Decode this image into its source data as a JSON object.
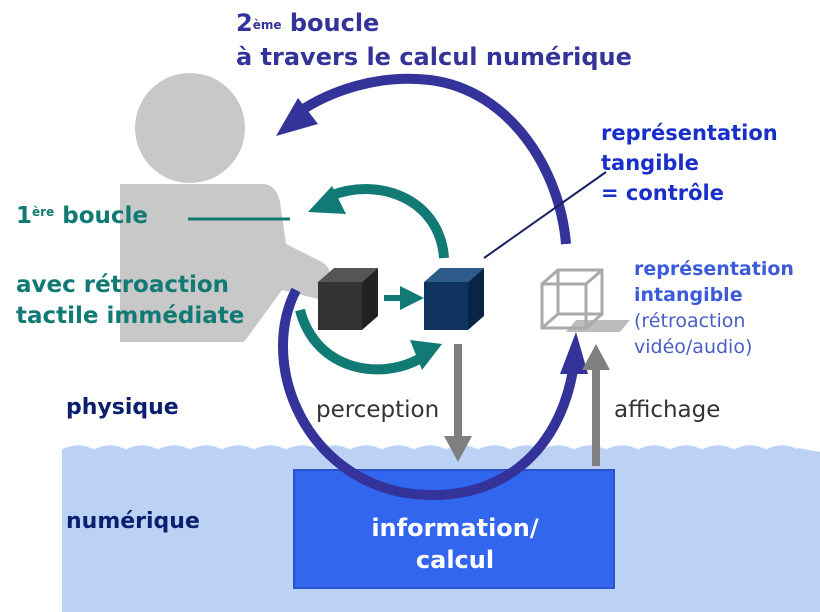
{
  "loop2": {
    "sup": "ème",
    "prefix": "2",
    "word": " boucle",
    "line2": "à travers le calcul numérique"
  },
  "loop1": {
    "prefix": "1",
    "sup": "ère",
    "word": " boucle",
    "desc_line1": "avec rétroaction",
    "desc_line2": "tactile immédiate"
  },
  "tangible": {
    "line1": "représentation",
    "line2": "tangible",
    "line3": "= contrôle"
  },
  "intangible": {
    "line1": "représentation",
    "line2": "intangible",
    "line3": "(rétroaction",
    "line4": "vidéo/audio)"
  },
  "layers": {
    "physical": "physique",
    "digital": "numérique"
  },
  "arrows": {
    "perception": "perception",
    "display": "affichage"
  },
  "computation": {
    "line1": "information/",
    "line2": "calcul"
  },
  "colors": {
    "loop1": "#127a74",
    "loop2": "#333399",
    "water": "#bcd2f4",
    "computation_box": "#3366ee",
    "person": "#c8c8c8",
    "gray_arrow": "#7f7f7f"
  }
}
